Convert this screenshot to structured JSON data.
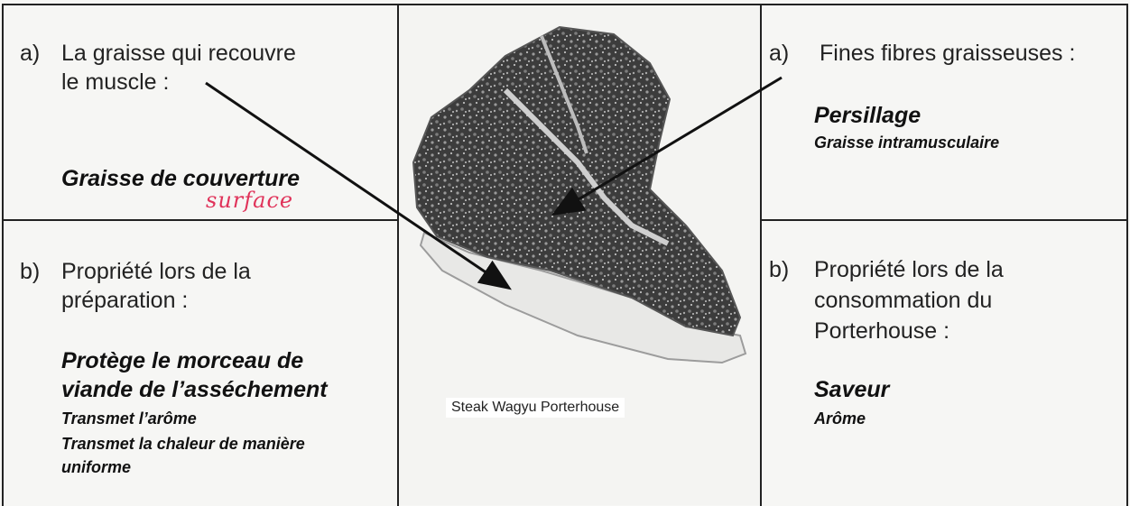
{
  "left": {
    "a": {
      "marker": "a)",
      "question_line1": "La graisse qui recouvre",
      "question_line2": "le muscle :",
      "answer": "Graisse de couverture",
      "handwritten": "surface"
    },
    "b": {
      "marker": "b)",
      "question_line1": "Propriété lors de la",
      "question_line2": "préparation :",
      "answer_line1": "Protège le morceau de",
      "answer_line2": "viande de l’asséchement",
      "detail_line1": "Transmet l’arôme",
      "detail_line2": "Transmet la chaleur de manière",
      "detail_line3": "uniforme"
    }
  },
  "center": {
    "caption": "Steak Wagyu Porterhouse"
  },
  "right": {
    "a": {
      "marker": "a)",
      "question": "Fines fibres graisseuses :",
      "answer": "Persillage",
      "detail": "Graisse intramusculaire"
    },
    "b": {
      "marker": "b)",
      "question_line1": "Propriété lors de la",
      "question_line2": "consommation du",
      "question_line3": "Porterhouse :",
      "answer": "Saveur",
      "detail": "Arôme"
    }
  },
  "colors": {
    "ink": "#111111",
    "border": "#222222",
    "handwriting": "#e0335a"
  }
}
